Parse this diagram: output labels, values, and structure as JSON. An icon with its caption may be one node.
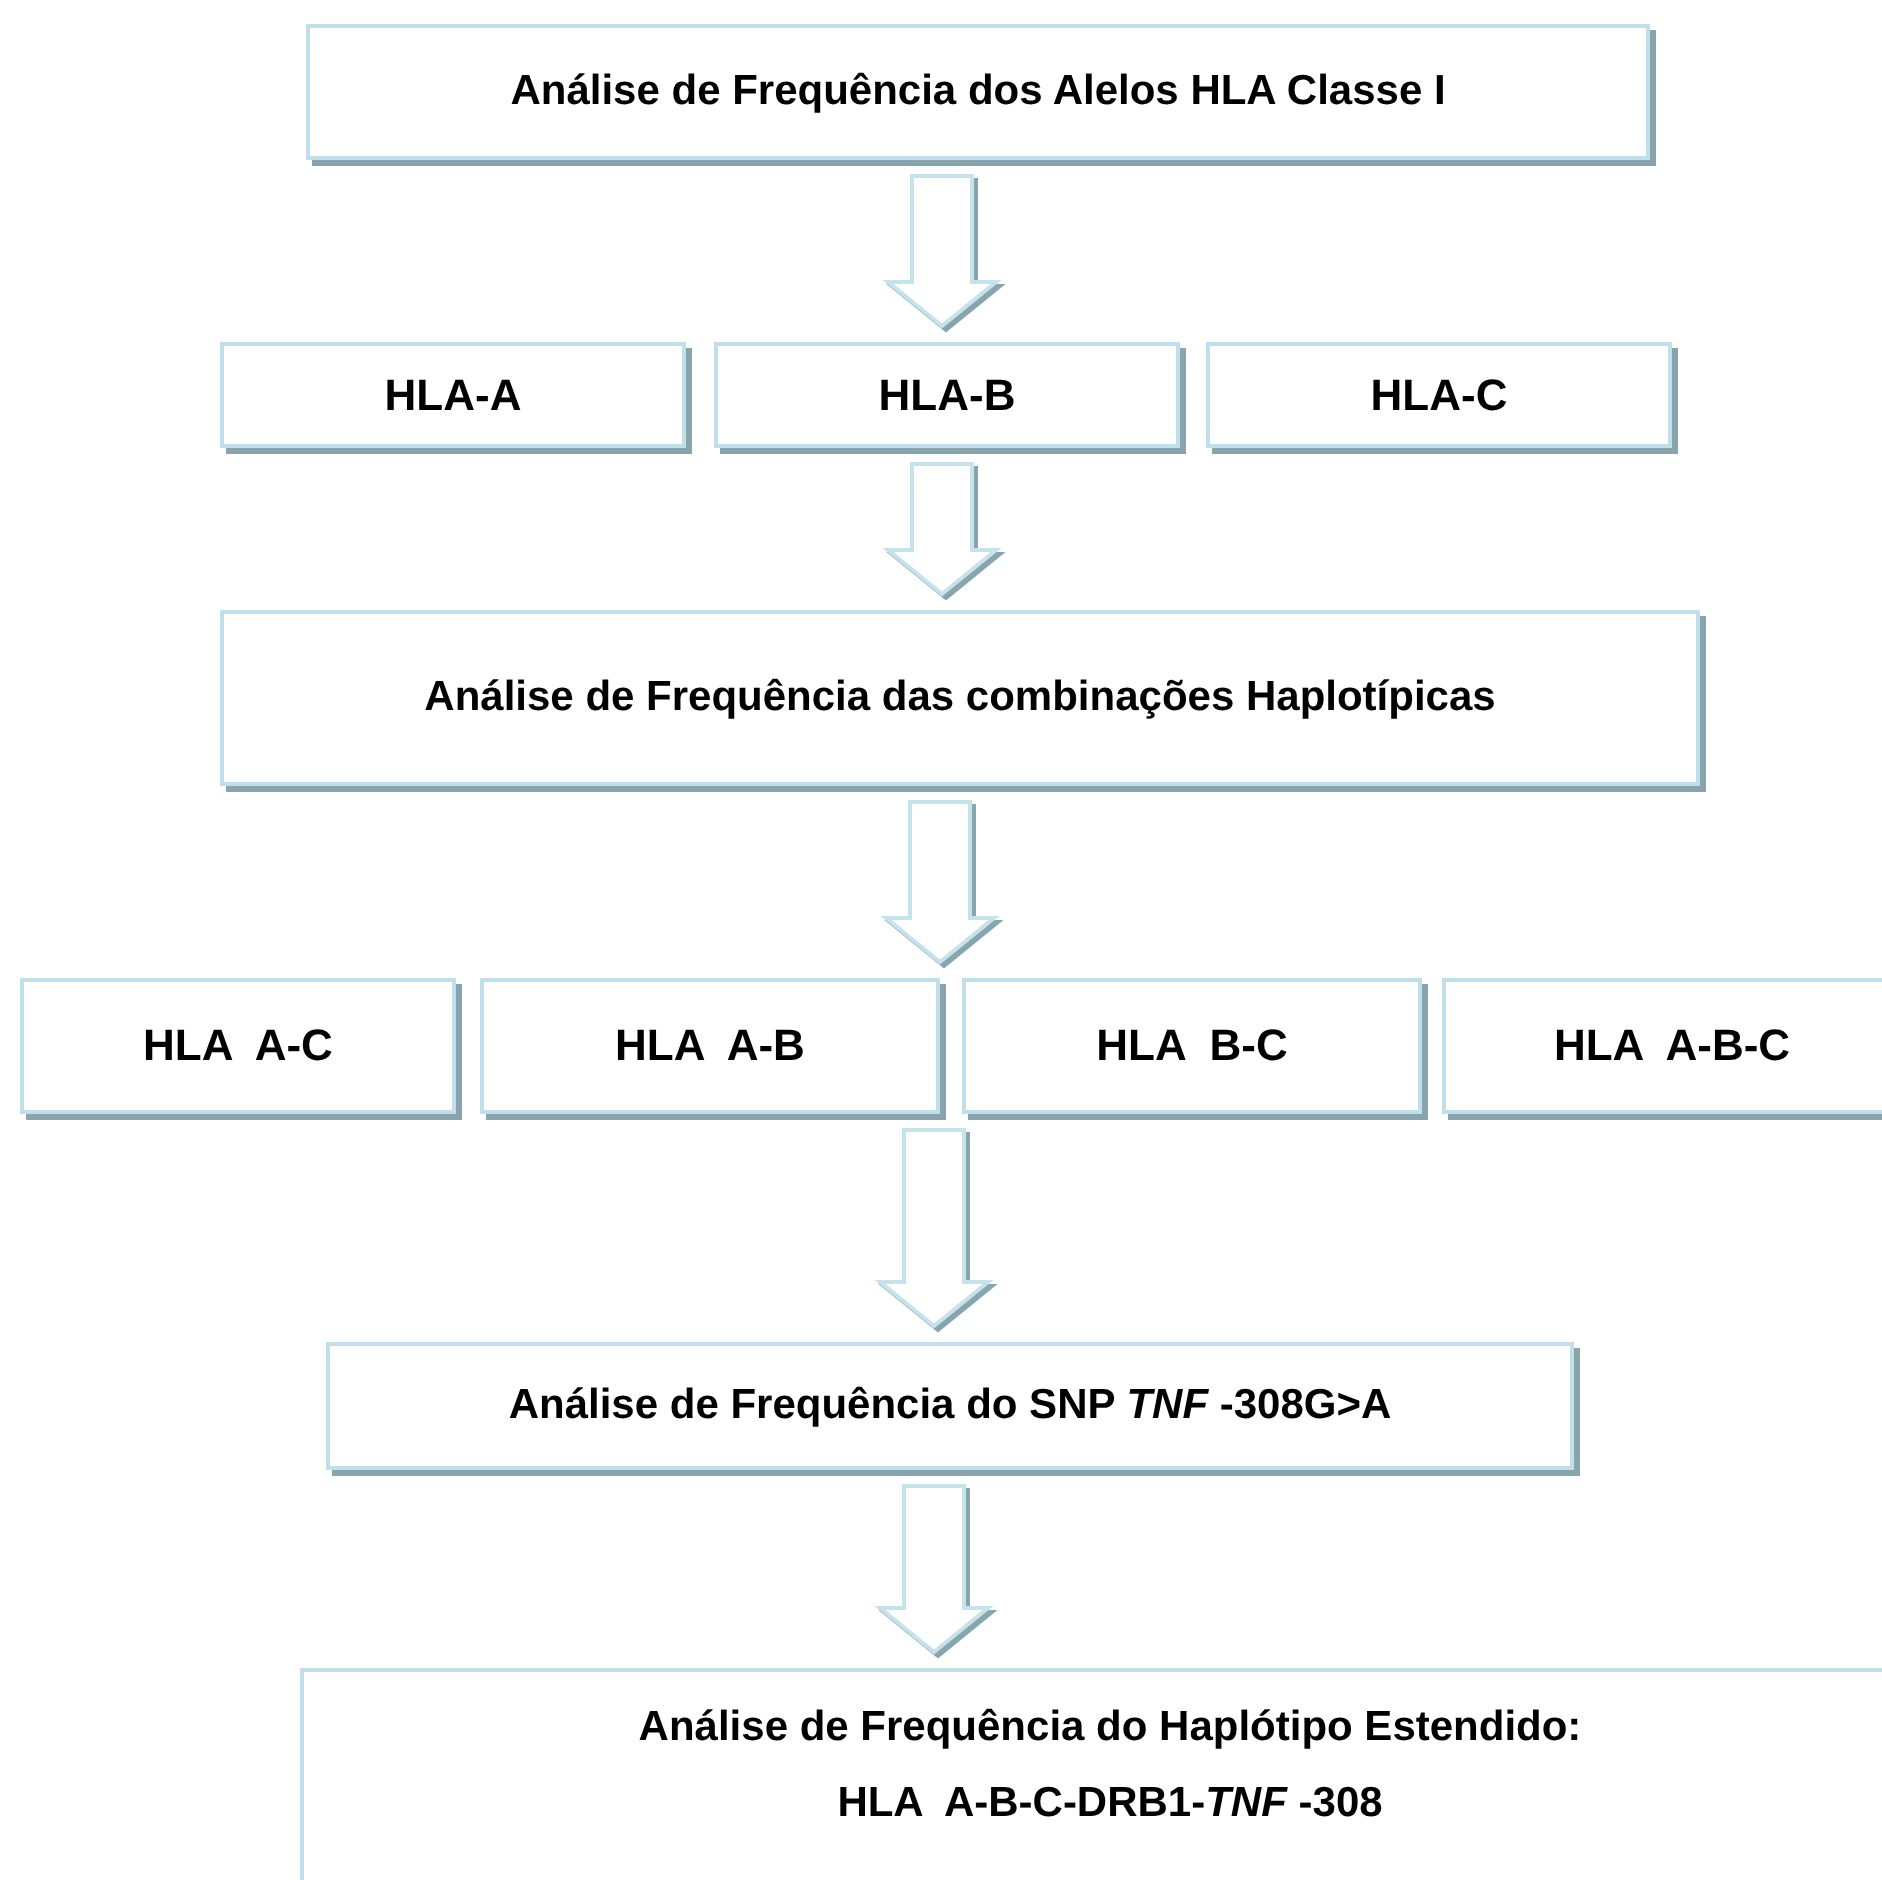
{
  "diagram": {
    "nodes": [
      {
        "text": [
          "Análise de Frequência dos Alelos HLA Classe I"
        ]
      },
      {
        "text": [
          "HLA-A"
        ]
      },
      {
        "text": [
          "HLA-B"
        ]
      },
      {
        "text": [
          "HLA-C"
        ]
      },
      {
        "text": [
          "Análise de Frequência das combinações Haplotípicas"
        ]
      },
      {
        "text": [
          "HLA  A-C"
        ]
      },
      {
        "text": [
          "HLA  A-B"
        ]
      },
      {
        "text": [
          "HLA  B-C"
        ]
      },
      {
        "text": [
          "HLA  A-B-C"
        ]
      },
      {
        "text": [
          "Análise de Frequência do SNP *TNF* -308G>A"
        ]
      },
      {
        "text": [
          "Análise de Frequência do Haplótipo Estendido:",
          "HLA  A-B-C-DRB1-*TNF* -308"
        ]
      }
    ],
    "edges": [
      {
        "from": 0,
        "to": 2,
        "arrow": "to"
      },
      {
        "from": 2,
        "to": 4,
        "arrow": "to"
      },
      {
        "from": 4,
        "to": 6,
        "arrow": "to"
      },
      {
        "from": 6,
        "to": 9,
        "arrow": "to"
      },
      {
        "from": 9,
        "to": 10,
        "arrow": "to"
      }
    ]
  }
}
